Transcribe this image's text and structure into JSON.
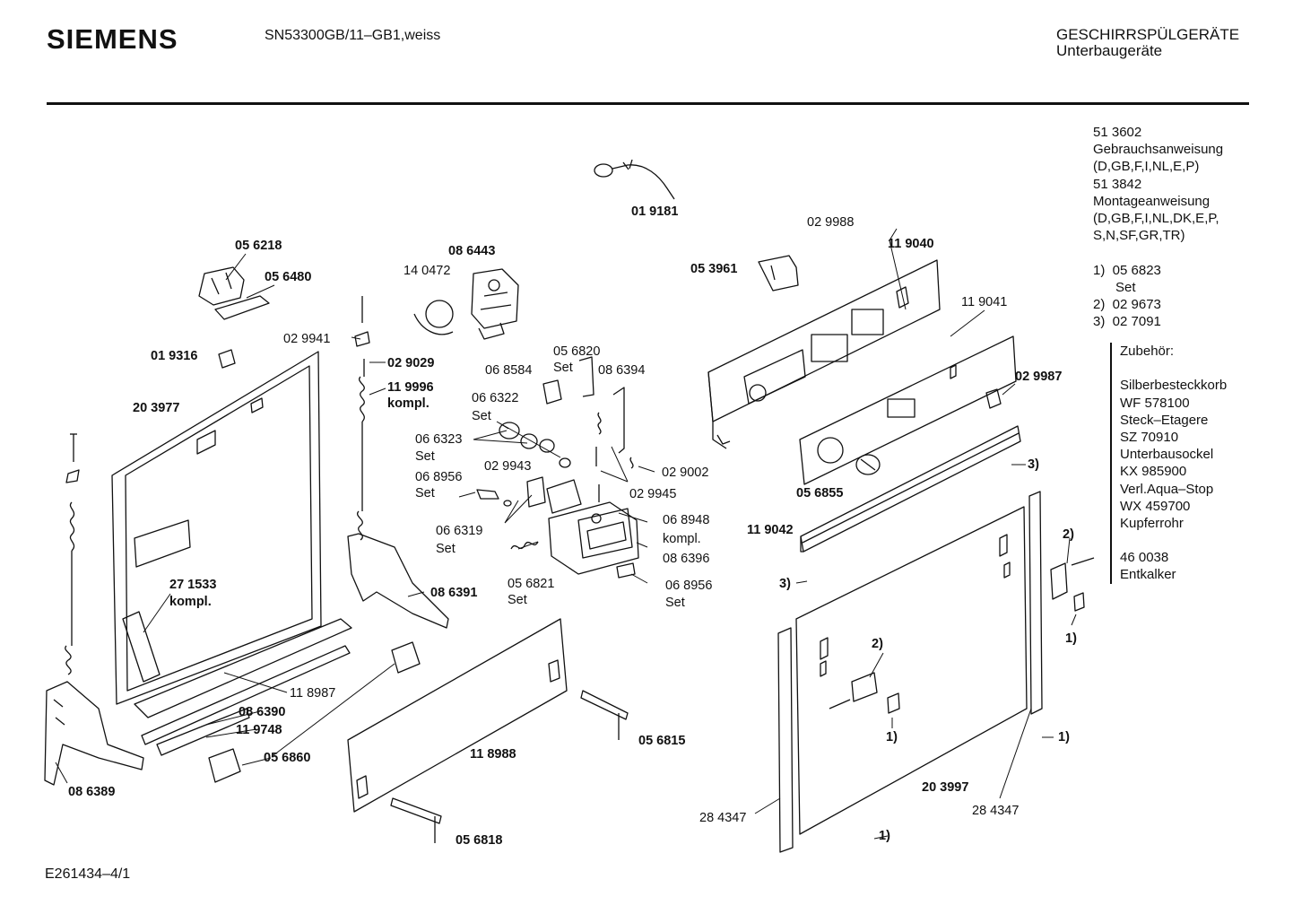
{
  "header": {
    "brand": "SIEMENS",
    "model": "SN53300GB/11–GB1,weiss",
    "category": "GESCHIRRSPÜLGERÄTE",
    "subcategory": "Unterbaugeräte"
  },
  "side_notes": [
    "51 3602",
    "Gebrauchsanweisung",
    "(D,GB,F,I,NL,E,P)",
    "51 3842",
    "Montageanweisung",
    "(D,GB,F,I,NL,DK,E,P,",
    "S,N,SF,GR,TR)",
    "",
    "1)  05 6823",
    "      Set",
    "2)  02 9673",
    "3)  02 7091"
  ],
  "accessories": [
    "Zubehör:",
    "",
    "Silberbesteckkorb",
    "WF 578100",
    "Steck–Etagere",
    "SZ 70910",
    "Unterbausockel",
    "KX 985900",
    "Verl.Aqua–Stop",
    "WX 459700",
    "Kupferrohr",
    "",
    "46 0038",
    "Entkalker"
  ],
  "footer": {
    "drawing_id": "E261434–4/1"
  },
  "parts": {
    "p019181": "01 9181",
    "p056218": "05 6218",
    "p056480": "05 6480",
    "p086443": "08 6443",
    "p140472": "14 0472",
    "p029988": "02 9988",
    "p119040": "11 9040",
    "p053961": "05 3961",
    "p119041": "11 9041",
    "p029941": "02 9941",
    "p019316": "01 9316",
    "p029029": "02 9029",
    "p119996": "11 9996",
    "kompl1": "kompl.",
    "p056820": "05 6820",
    "set_a": "Set",
    "p068584": "06 8584",
    "p086394": "08 6394",
    "p203977": "20 3977",
    "p066322": "06 6322",
    "set_b": "Set",
    "p029987": "02 9987",
    "p066323": "06 6323",
    "set_c": "Set",
    "p029002": "02 9002",
    "ref3a": "3)",
    "p068956a": "06 8956",
    "set_d": "Set",
    "p029943": "02 9943",
    "p029945": "02 9945",
    "p056855": "05 6855",
    "p066319": "06 6319",
    "set_e": "Set",
    "p068948": "06 8948",
    "kompl2": "kompl.",
    "p119042": "11 9042",
    "ref2a": "2)",
    "p086396": "08 6396",
    "p271533": "27 1533",
    "kompl3": "kompl.",
    "p056821": "05 6821",
    "set_f": "Set",
    "p068956b": "06 8956",
    "set_g": "Set",
    "ref3b": "3)",
    "p086391": "08 6391",
    "ref1a": "1)",
    "ref2b": "2)",
    "p118987": "11 8987",
    "p086390": "08 6390",
    "p119748": "11 9748",
    "p056815": "05 6815",
    "ref1b": "1)",
    "ref1c": "1)",
    "p118988": "11 8988",
    "p056860": "05 6860",
    "p086389": "08 6389",
    "p203997": "20 3997",
    "p284347a": "28 4347",
    "p284347b": "28 4347",
    "p056818": "05 6818",
    "ref1d": "1)"
  }
}
